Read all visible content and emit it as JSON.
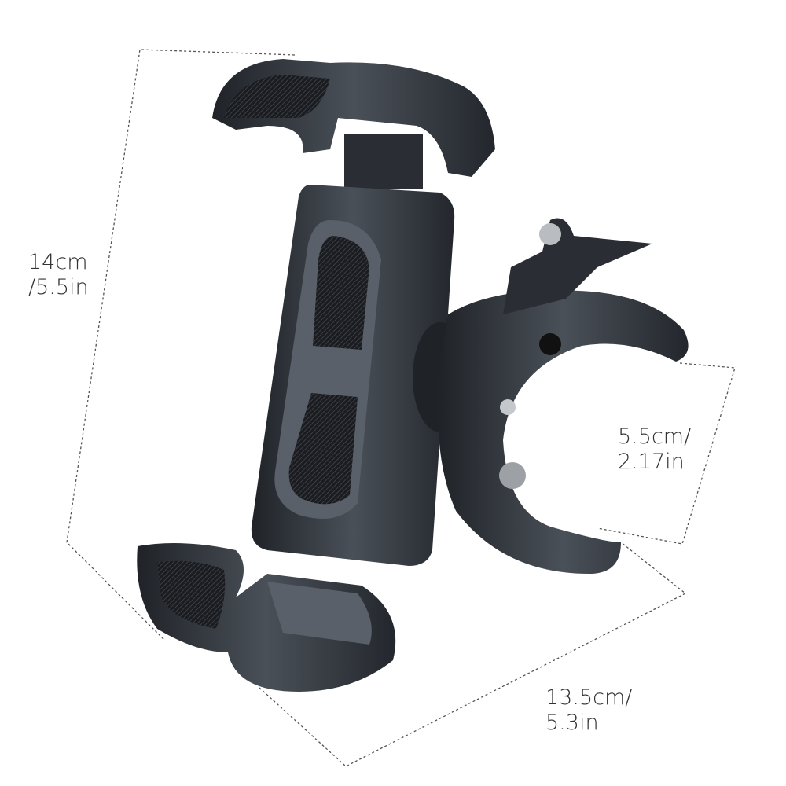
{
  "dimensions": {
    "height": {
      "line1": "14cm",
      "line2": "/5.5in"
    },
    "clamp": {
      "line1": "5.5cm/",
      "line2": "2.17in"
    },
    "width": {
      "line1": "13.5cm/",
      "line2": "5.3in"
    }
  },
  "colors": {
    "body": "#2b2f36",
    "highlight": "#5a6069",
    "grip": "#1c1e22",
    "dash": "#555555",
    "text": "#333333"
  }
}
